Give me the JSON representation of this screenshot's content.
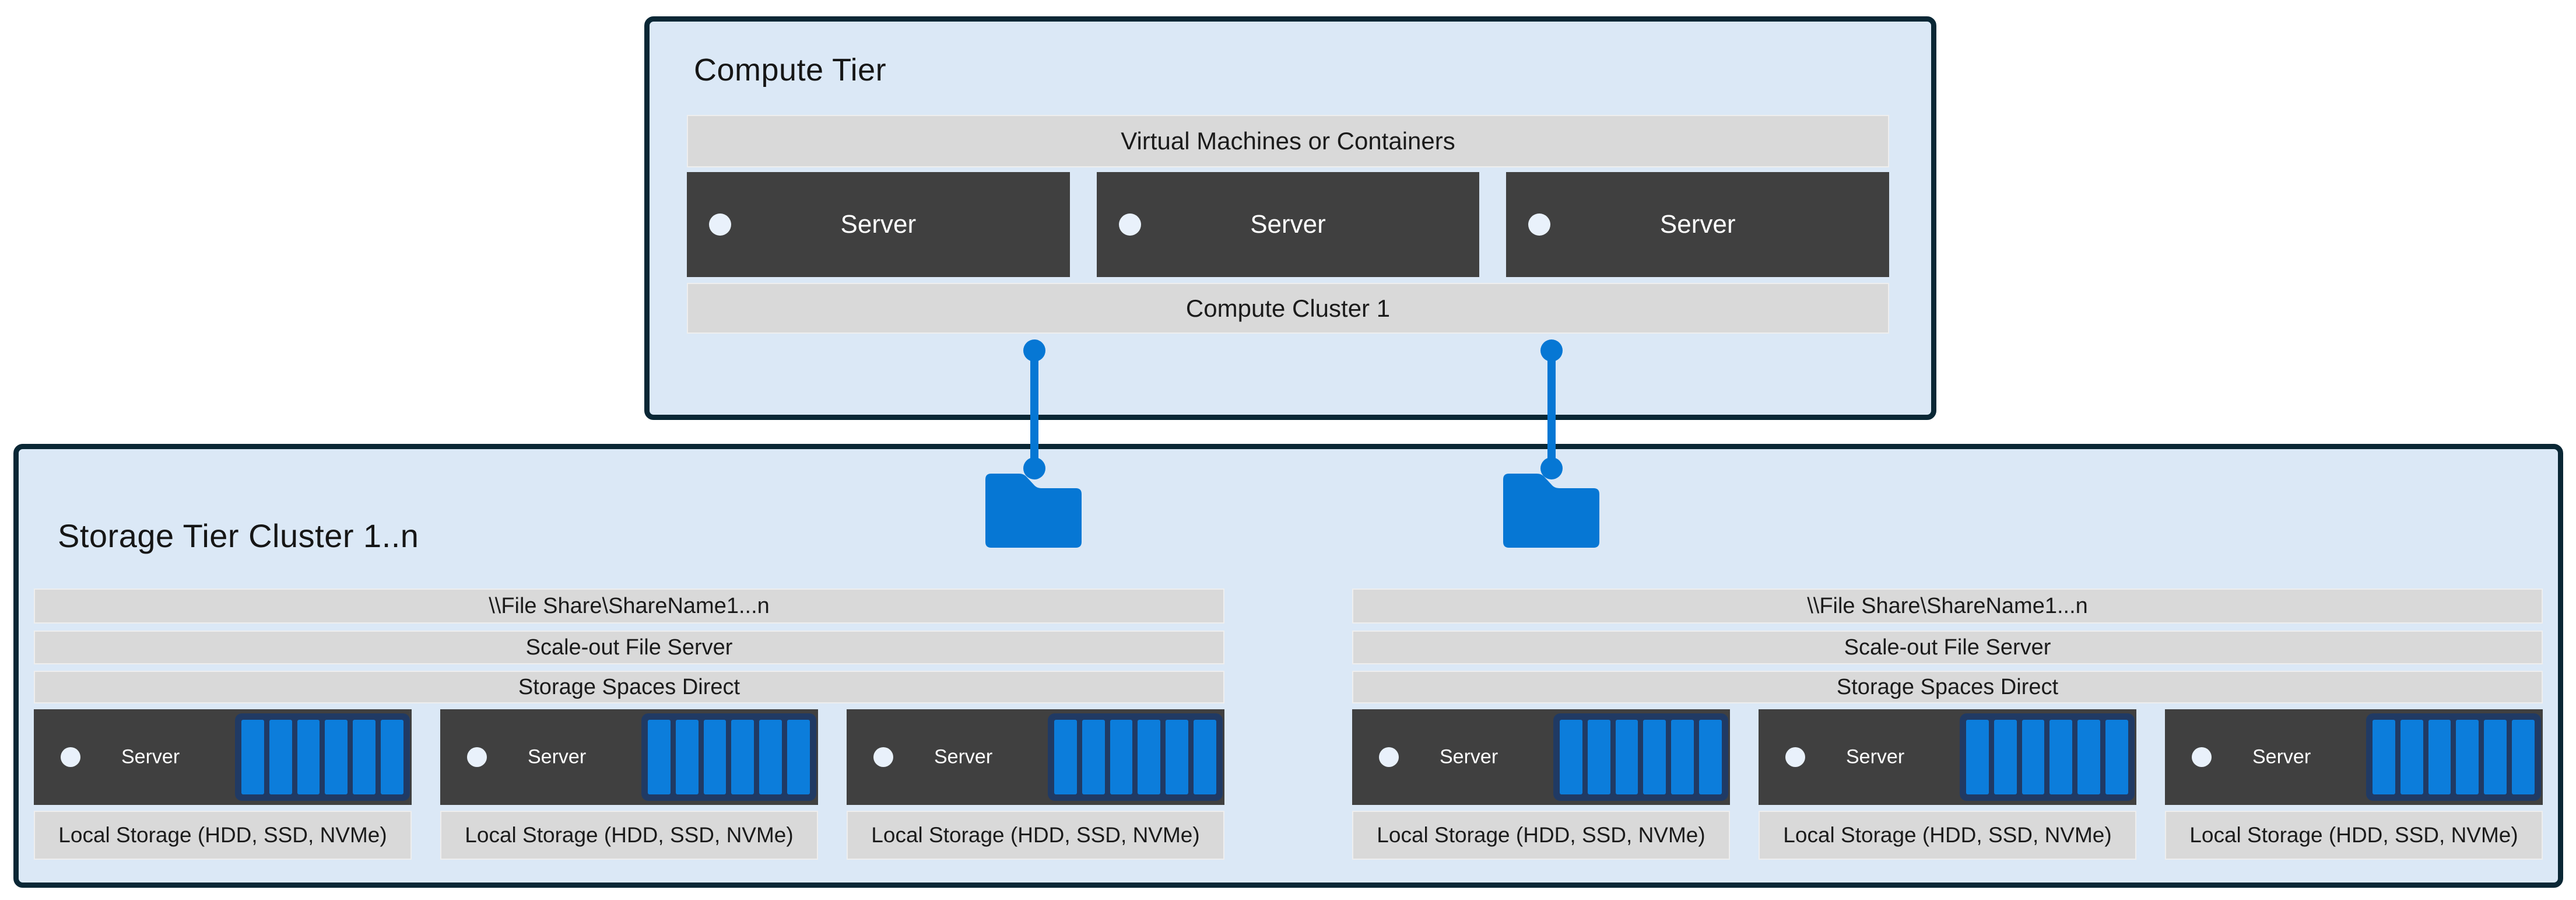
{
  "colors": {
    "canvas_bg": "#ffffff",
    "tier_fill": "#dbe8f6",
    "tier_border": "#0a2735",
    "bar_fill": "#d9d9d9",
    "bar_text": "#1b1b1b",
    "server_fill": "#404040",
    "server_text": "#ffffff",
    "accent_blue": "#0677d4",
    "disk_blue": "#0c7ddb",
    "disk_frame_navy": "#203a64",
    "led_fill": "#e9f1fb"
  },
  "compute": {
    "title": "Compute Tier",
    "vm_bar": "Virtual Machines or Containers",
    "cluster_bar": "Compute Cluster 1",
    "servers": [
      {
        "label": "Server"
      },
      {
        "label": "Server"
      },
      {
        "label": "Server"
      }
    ]
  },
  "storage": {
    "title": "Storage Tier Cluster 1..n",
    "groups": [
      {
        "file_share_bar": "\\\\File Share\\ShareName1...n",
        "sofs_bar": "Scale-out File Server",
        "s2d_bar": "Storage Spaces Direct",
        "servers": [
          {
            "label": "Server",
            "local_storage": "Local Storage (HDD, SSD, NVMe)"
          },
          {
            "label": "Server",
            "local_storage": "Local Storage (HDD, SSD, NVMe)"
          },
          {
            "label": "Server",
            "local_storage": "Local Storage (HDD, SSD, NVMe)"
          }
        ]
      },
      {
        "file_share_bar": "\\\\File Share\\ShareName1...n",
        "sofs_bar": "Scale-out File Server",
        "s2d_bar": "Storage Spaces Direct",
        "servers": [
          {
            "label": "Server",
            "local_storage": "Local Storage (HDD, SSD, NVMe)"
          },
          {
            "label": "Server",
            "local_storage": "Local Storage (HDD, SSD, NVMe)"
          },
          {
            "label": "Server",
            "local_storage": "Local Storage (HDD, SSD, NVMe)"
          }
        ]
      }
    ]
  },
  "icons": {
    "folder": "folder-icon",
    "led": "led-circle-icon",
    "disks": "disk-array-icon",
    "connector": "connector-line-icon"
  }
}
